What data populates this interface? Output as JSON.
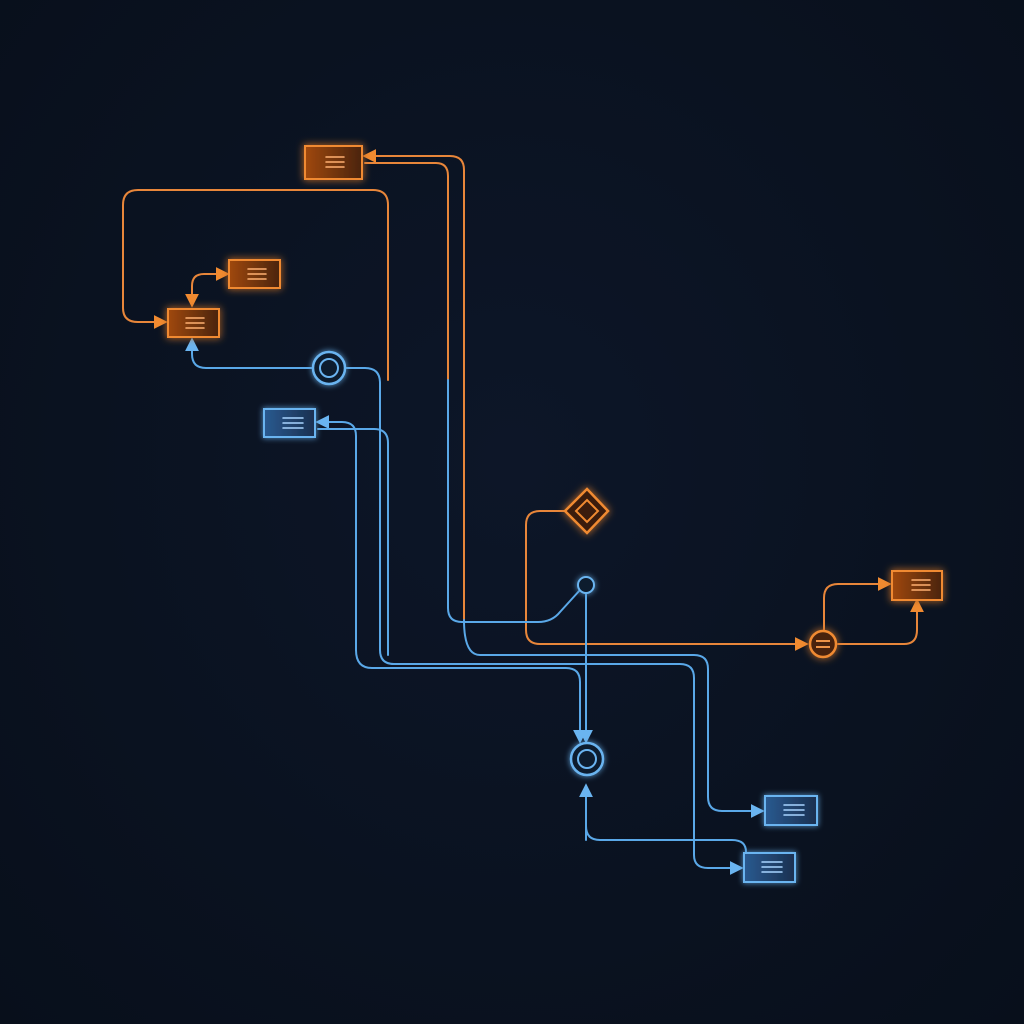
{
  "colors": {
    "background": "#0a1220",
    "orange": "#f08a30",
    "orange_fill": "#5a2c10",
    "blue": "#5aa8e8",
    "blue_fill": "#1a3a60"
  },
  "nodes": {
    "process": [
      {
        "id": "orange-process-top",
        "color": "orange",
        "icon": "list-lines-icon"
      },
      {
        "id": "orange-process-upper-right",
        "color": "orange",
        "icon": "list-lines-icon"
      },
      {
        "id": "orange-process-left",
        "color": "orange",
        "icon": "list-lines-icon"
      },
      {
        "id": "blue-process-left",
        "color": "blue",
        "icon": "list-lines-icon"
      },
      {
        "id": "orange-process-right",
        "color": "orange",
        "icon": "list-lines-icon"
      },
      {
        "id": "blue-process-bottom-upper",
        "color": "blue",
        "icon": "list-lines-icon"
      },
      {
        "id": "blue-process-bottom-lower",
        "color": "blue",
        "icon": "list-lines-icon"
      }
    ],
    "decision": [
      {
        "id": "orange-decision-diamond",
        "color": "orange",
        "icon": "diamond-icon"
      }
    ],
    "junctions": [
      {
        "id": "blue-junction-upper",
        "color": "blue",
        "icon": "ring-icon"
      },
      {
        "id": "blue-junction-small",
        "color": "blue",
        "icon": "small-circle-icon"
      },
      {
        "id": "blue-junction-lower",
        "color": "blue",
        "icon": "ring-icon"
      },
      {
        "id": "orange-junction-right",
        "color": "orange",
        "icon": "circle-minus-icon"
      }
    ]
  }
}
